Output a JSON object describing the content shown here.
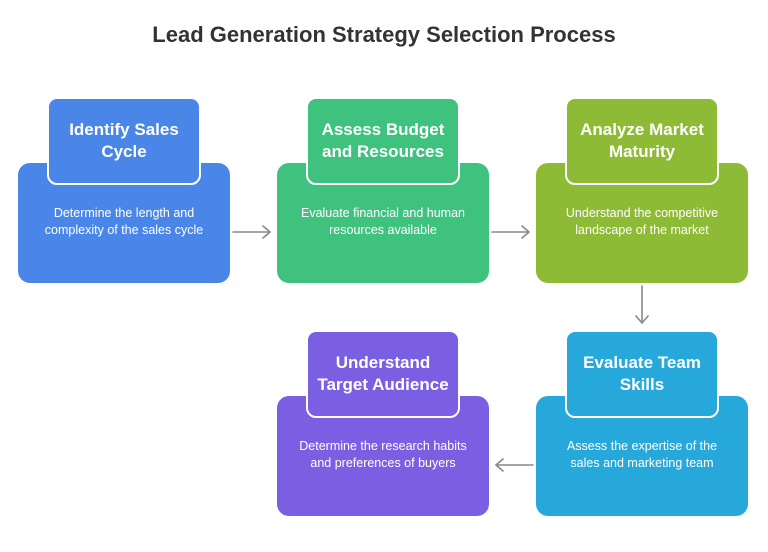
{
  "title": "Lead Generation Strategy Selection Process",
  "colors": {
    "step1": "#4a86e8",
    "step2": "#3fc27d",
    "step3": "#8dbb35",
    "step4": "#27a8db",
    "step5": "#7b5fe2",
    "arrow": "#888888"
  },
  "steps": [
    {
      "heading": "Identify Sales Cycle",
      "description": "Determine the length and complexity of the sales cycle"
    },
    {
      "heading": "Assess Budget and Resources",
      "description": "Evaluate financial and human resources available"
    },
    {
      "heading": "Analyze Market Maturity",
      "description": "Understand the competitive landscape of the market"
    },
    {
      "heading": "Evaluate Team Skills",
      "description": "Assess the expertise of the sales and marketing team"
    },
    {
      "heading": "Understand Target Audience",
      "description": "Determine the research habits and preferences of buyers"
    }
  ]
}
